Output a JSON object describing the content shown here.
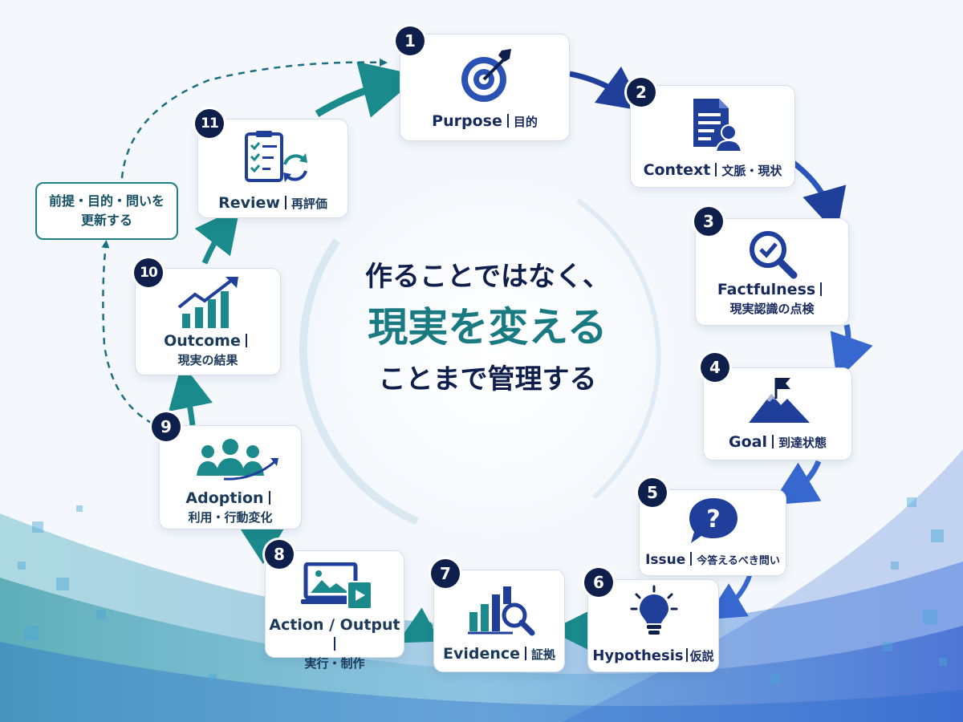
{
  "center": {
    "line1": "作ることではなく、",
    "line2": "現実を変える",
    "line3": "ことまで管理する"
  },
  "feedback_note": {
    "line1": "前提・目的・問いを",
    "line2": "更新する"
  },
  "steps": [
    {
      "number": "1",
      "en": "Purpose",
      "ja": "目的",
      "icon": "target-icon"
    },
    {
      "number": "2",
      "en": "Context",
      "ja": "文脈・現状",
      "icon": "document-person-icon"
    },
    {
      "number": "3",
      "en": "Factfulness",
      "ja": "現実認識の点検",
      "icon": "magnifier-check-icon"
    },
    {
      "number": "4",
      "en": "Goal",
      "ja": "到達状態",
      "icon": "mountain-flag-icon"
    },
    {
      "number": "5",
      "en": "Issue",
      "ja": "今答えるべき問い",
      "icon": "question-bubble-icon"
    },
    {
      "number": "6",
      "en": "Hypothesis",
      "ja": "仮説",
      "icon": "lightbulb-icon"
    },
    {
      "number": "7",
      "en": "Evidence",
      "ja": "証拠",
      "icon": "bar-chart-magnifier-icon"
    },
    {
      "number": "8",
      "en": "Action / Output",
      "ja": "実行・制作",
      "icon": "devices-icon"
    },
    {
      "number": "9",
      "en": "Adoption",
      "ja": "利用・行動変化",
      "icon": "people-growth-icon"
    },
    {
      "number": "10",
      "en": "Outcome",
      "ja": "現実の結果",
      "icon": "growth-chart-icon"
    },
    {
      "number": "11",
      "en": "Review",
      "ja": "再評価",
      "icon": "checklist-refresh-icon"
    }
  ],
  "colors": {
    "navy": "#0f1f4b",
    "blue": "#2a52b5",
    "teal": "#1a7a82",
    "text": "#172a5e"
  }
}
